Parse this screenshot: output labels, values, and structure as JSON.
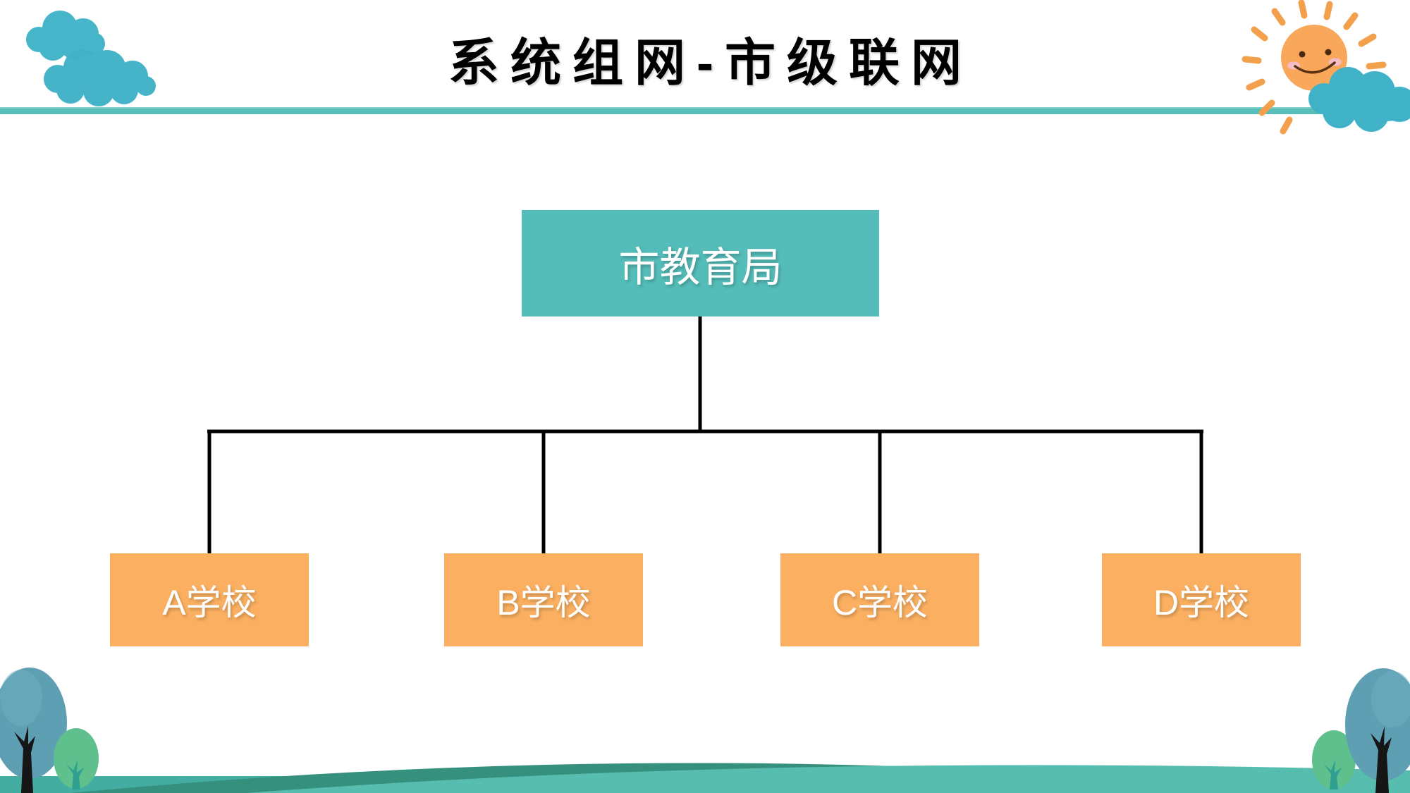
{
  "slide": {
    "title": "系统组网-市级联网",
    "background": "#FFFFFF"
  },
  "diagram": {
    "type": "org-chart",
    "root": {
      "label": "市教育局",
      "color": "#55BDB9"
    },
    "children": [
      {
        "label": "A学校",
        "color": "#FBB061"
      },
      {
        "label": "B学校",
        "color": "#FBB061"
      },
      {
        "label": "C学校",
        "color": "#FBB061"
      },
      {
        "label": "D学校",
        "color": "#FBB061"
      }
    ],
    "connector_color": "#000000",
    "node_text_color": "#FFFFFF"
  },
  "decorations": {
    "divider_color": "#58BEBA",
    "top_left_icon": "watercolor-clouds",
    "top_right_icon": "smiling-sun-with-cloud",
    "bottom_graphic": "hills-with-trees",
    "cloud_color": "#3FB2C8",
    "sun_color": "#F8A75B",
    "hill_dark_color": "#35907E",
    "hill_light_color": "#57BEAF",
    "ground_color": "#44ADA1",
    "tree_blue_color": "#5E9FB4",
    "tree_green_color": "#5FC08D"
  }
}
